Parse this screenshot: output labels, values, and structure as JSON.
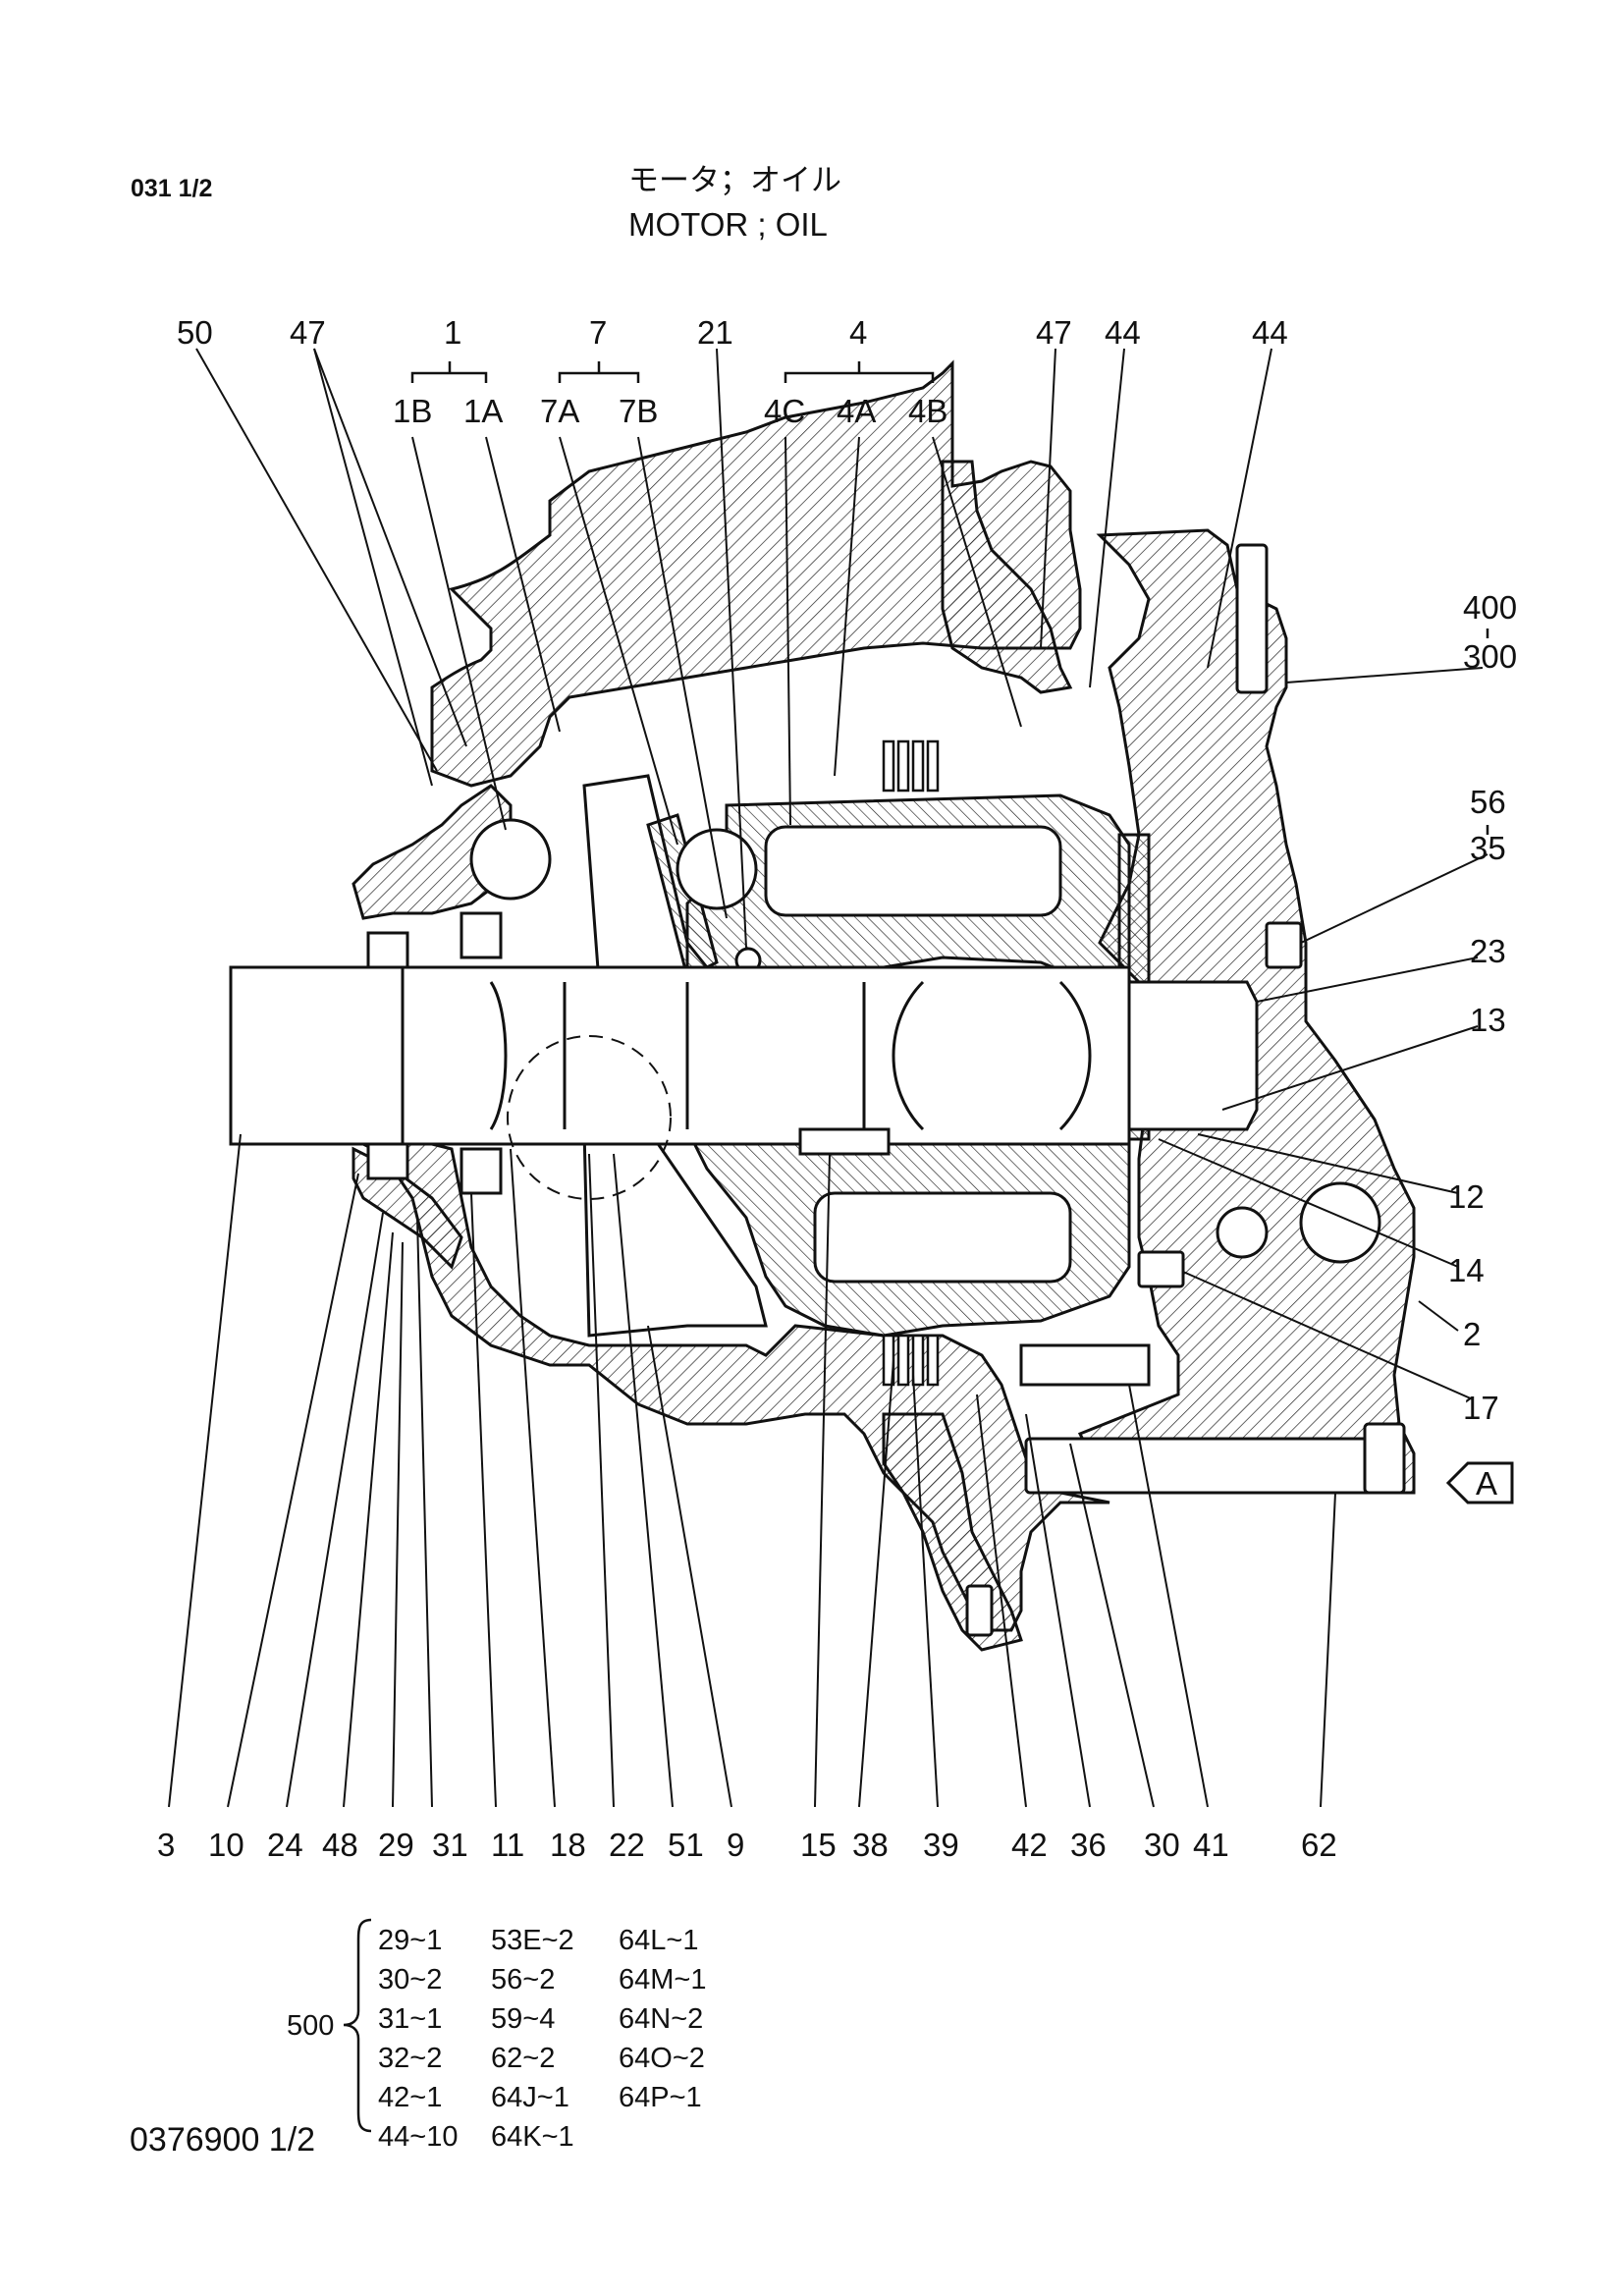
{
  "header": {
    "page_code": "031 1/2",
    "title_jp": "モータ；オイル",
    "title_en": "MOTOR ; OIL"
  },
  "callouts_top": [
    {
      "id": "c50",
      "label": "50"
    },
    {
      "id": "c47a",
      "label": "47"
    },
    {
      "id": "c1",
      "label": "1"
    },
    {
      "id": "c1B",
      "label": "1B"
    },
    {
      "id": "c1A",
      "label": "1A"
    },
    {
      "id": "c7",
      "label": "7"
    },
    {
      "id": "c7A",
      "label": "7A"
    },
    {
      "id": "c7B",
      "label": "7B"
    },
    {
      "id": "c21",
      "label": "21"
    },
    {
      "id": "c4",
      "label": "4"
    },
    {
      "id": "c4C",
      "label": "4C"
    },
    {
      "id": "c4A",
      "label": "4A"
    },
    {
      "id": "c4B",
      "label": "4B"
    },
    {
      "id": "c47b",
      "label": "47"
    },
    {
      "id": "c44a",
      "label": "44"
    },
    {
      "id": "c44b",
      "label": "44"
    }
  ],
  "callouts_right": [
    {
      "id": "c400",
      "label": "400"
    },
    {
      "id": "c300",
      "label": "300"
    },
    {
      "id": "c56",
      "label": "56"
    },
    {
      "id": "c35",
      "label": "35"
    },
    {
      "id": "c23",
      "label": "23"
    },
    {
      "id": "c13",
      "label": "13"
    },
    {
      "id": "c12",
      "label": "12"
    },
    {
      "id": "c14",
      "label": "14"
    },
    {
      "id": "c2",
      "label": "2"
    },
    {
      "id": "c17",
      "label": "17"
    },
    {
      "id": "cA",
      "label": "A"
    }
  ],
  "callouts_bottom": [
    {
      "id": "b3",
      "label": "3"
    },
    {
      "id": "b10",
      "label": "10"
    },
    {
      "id": "b24",
      "label": "24"
    },
    {
      "id": "b48",
      "label": "48"
    },
    {
      "id": "b29",
      "label": "29"
    },
    {
      "id": "b31",
      "label": "31"
    },
    {
      "id": "b11",
      "label": "11"
    },
    {
      "id": "b18",
      "label": "18"
    },
    {
      "id": "b22",
      "label": "22"
    },
    {
      "id": "b51",
      "label": "51"
    },
    {
      "id": "b9",
      "label": "9"
    },
    {
      "id": "b15",
      "label": "15"
    },
    {
      "id": "b38",
      "label": "38"
    },
    {
      "id": "b39",
      "label": "39"
    },
    {
      "id": "b42",
      "label": "42"
    },
    {
      "id": "b36",
      "label": "36"
    },
    {
      "id": "b30",
      "label": "30"
    },
    {
      "id": "b41",
      "label": "41"
    },
    {
      "id": "b62",
      "label": "62"
    }
  ],
  "parts_kit": {
    "kit_number": "500",
    "columns": [
      [
        "29~1",
        "30~2",
        "31~1",
        "32~2",
        "42~1",
        "44~10"
      ],
      [
        "53E~2",
        "56~2",
        "59~4",
        "62~2",
        "64J~1",
        "64K~1"
      ],
      [
        "64L~1",
        "64M~1",
        "64N~2",
        "64O~2",
        "64P~1"
      ]
    ]
  },
  "footer": {
    "doc_number": "0376900 1/2"
  }
}
